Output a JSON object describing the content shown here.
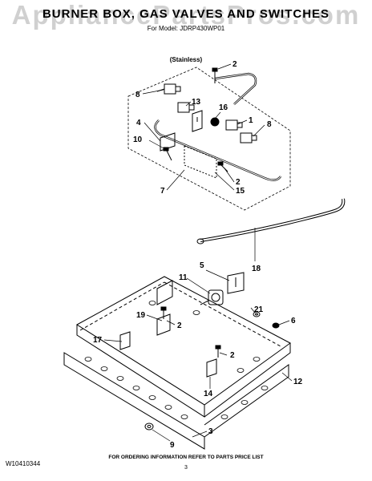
{
  "header": {
    "title": "BURNER BOX, GAS VALVES AND SWITCHES",
    "subtitle": "For Model: JDRP430WP01",
    "finish": "(Stainless)",
    "watermark": "AppliancePartsPros.com"
  },
  "callouts": [
    "1",
    "2",
    "3",
    "4",
    "5",
    "6",
    "7",
    "8",
    "9",
    "10",
    "11",
    "12",
    "13",
    "14",
    "15",
    "16",
    "17",
    "18",
    "19",
    "21"
  ],
  "footer": {
    "doc_id": "W10410344",
    "info": "FOR ORDERING INFORMATION REFER TO PARTS PRICE LIST",
    "page": "3"
  }
}
